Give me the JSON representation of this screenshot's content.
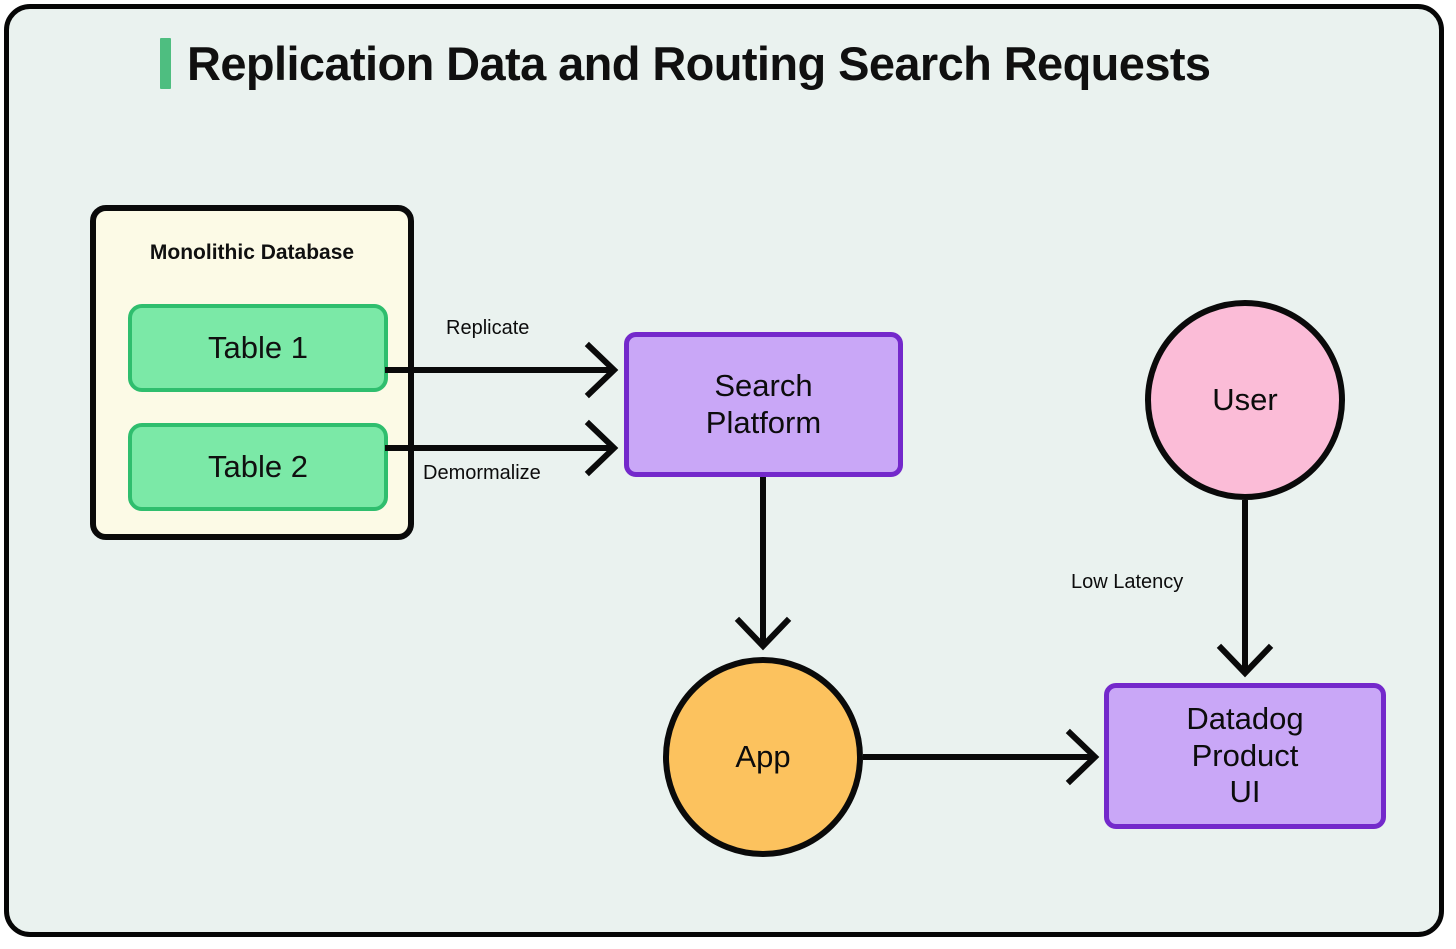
{
  "header": {
    "title": "Replication Data and Routing Search Requests",
    "accent_color": "#4EBE80"
  },
  "canvas": {
    "background_color": "#EAF2EF",
    "border_color": "#060606"
  },
  "nodes": {
    "database": {
      "label": "Monolithic Database",
      "fill": "#FCFAE6",
      "stroke": "#0A0A0A",
      "tables": [
        {
          "label": "Table 1",
          "fill": "#7BE9A7",
          "stroke": "#2FBE6E"
        },
        {
          "label": "Table 2",
          "fill": "#7BE9A7",
          "stroke": "#2FBE6E"
        }
      ]
    },
    "search_platform": {
      "line1": "Search",
      "line2": "Platform",
      "fill": "#C9A7F7",
      "stroke": "#7429CB"
    },
    "app": {
      "label": "App",
      "fill": "#FCC25E",
      "stroke": "#0A0A0A"
    },
    "user": {
      "label": "User",
      "fill": "#FBBCD7",
      "stroke": "#0A0A0A"
    },
    "datadog_ui": {
      "line1": "Datadog",
      "line2": "Product",
      "line3": "UI",
      "fill": "#C9A7F7",
      "stroke": "#7429CB"
    }
  },
  "edges": [
    {
      "id": "table1-to-search",
      "label": "Replicate",
      "from": "Table 1",
      "to": "Search Platform"
    },
    {
      "id": "table2-to-search",
      "label": "Demormalize",
      "from": "Table 2",
      "to": "Search Platform"
    },
    {
      "id": "search-to-app",
      "label": "",
      "from": "Search Platform",
      "to": "App"
    },
    {
      "id": "app-to-datadog",
      "label": "",
      "from": "App",
      "to": "Datadog Product UI"
    },
    {
      "id": "user-to-datadog",
      "label": "Low Latency",
      "from": "User",
      "to": "Datadog Product UI"
    }
  ]
}
